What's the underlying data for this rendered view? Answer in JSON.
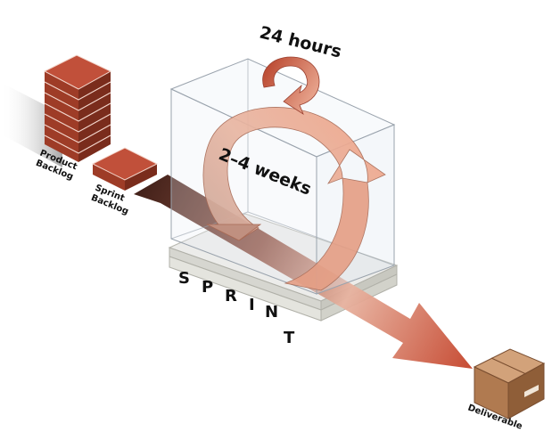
{
  "labels": {
    "product_backlog_line1": "Product",
    "product_backlog_line2": "Backlog",
    "sprint_backlog_line1": "Sprint",
    "sprint_backlog_line2": "Backlog",
    "daily_cycle": "24 hours",
    "sprint_cycle": "2–4 weeks",
    "sprint_letters": [
      "S",
      "P",
      "R",
      "I",
      "N",
      "T"
    ],
    "deliverable": "Deliverable"
  },
  "colors": {
    "brick": "#b84a32",
    "brick_top": "#c9583c",
    "brick_dark": "#8a3322",
    "arrow_light": "#f2b9a2",
    "arrow_dark": "#c8543a",
    "box": "#b07a50",
    "box_top": "#cf9e74",
    "box_dark": "#8f5e38",
    "cube_line": "#9aa3ad",
    "platform": "#e2e2dc"
  }
}
